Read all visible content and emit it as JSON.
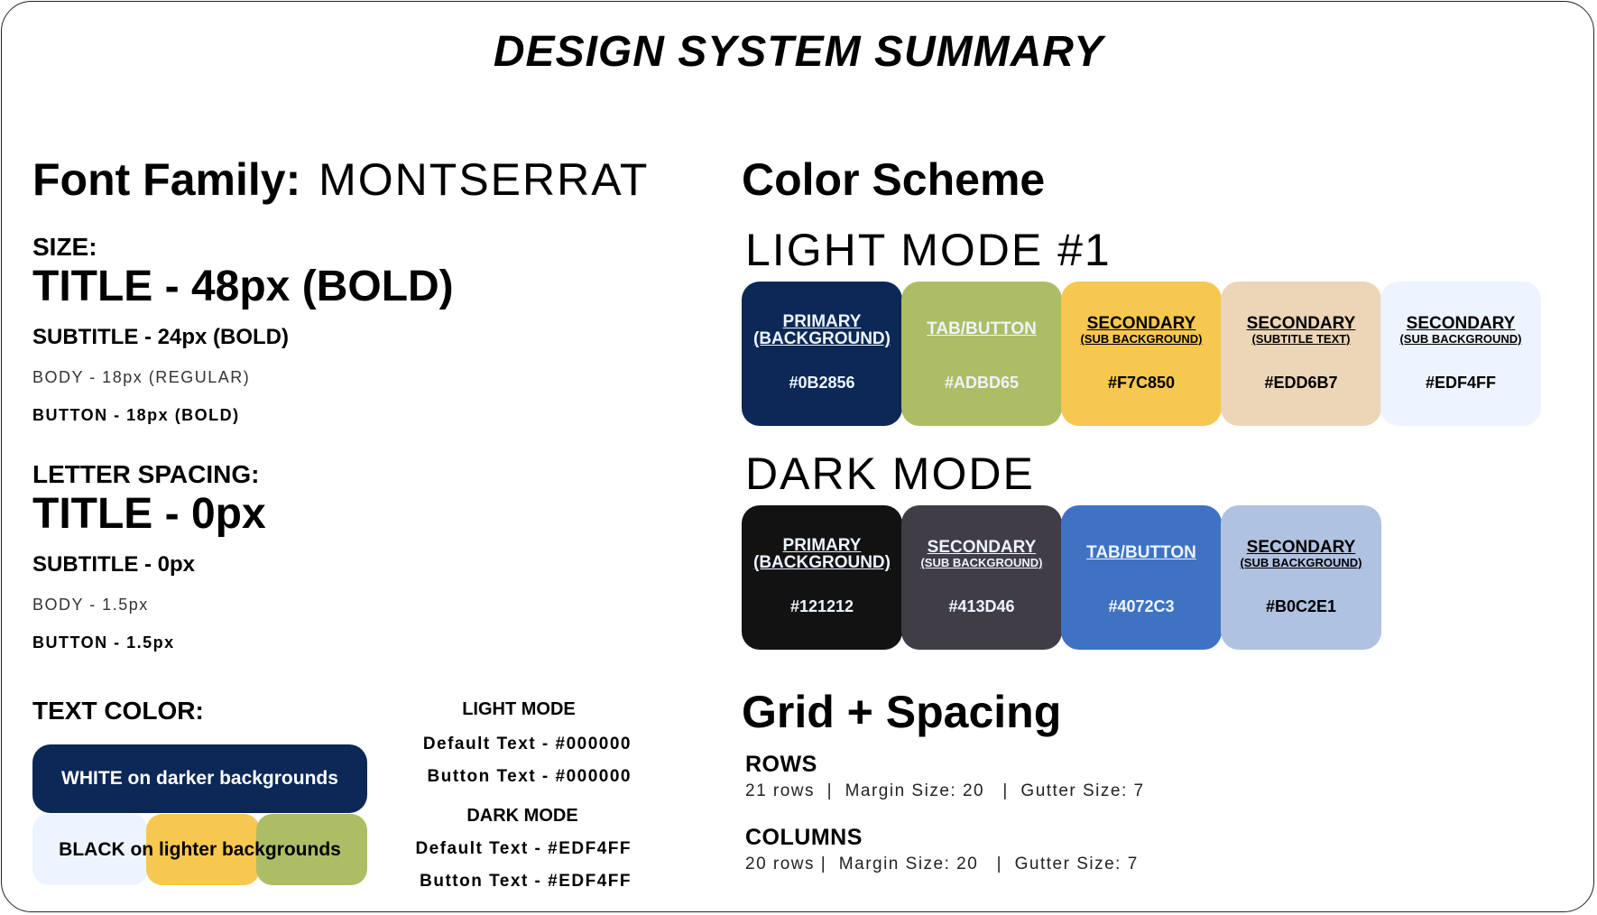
{
  "title": "DESIGN SYSTEM SUMMARY",
  "font": {
    "label": "Font Family:",
    "value": "MONTSERRAT"
  },
  "size": {
    "label": "SIZE:",
    "title": "TITLE - 48px (BOLD)",
    "subtitle": "SUBTITLE - 24px (BOLD)",
    "body": "BODY - 18px (REGULAR)",
    "button": "BUTTON - 18px (BOLD)"
  },
  "letter_spacing": {
    "label": "LETTER SPACING:",
    "title": "TITLE - 0px",
    "subtitle": "SUBTITLE - 0px",
    "body": "BODY - 1.5px",
    "button": "BUTTON - 1.5px"
  },
  "text_color": {
    "label": "TEXT COLOR:",
    "white_note": "WHITE on darker backgrounds",
    "black_note": "BLACK on lighter backgrounds",
    "light_heading": "LIGHT MODE",
    "light_default": "Default Text - #000000",
    "light_button": "Button Text - #000000",
    "dark_heading": "DARK MODE",
    "dark_default": "Default Text - #EDF4FF",
    "dark_button": "Button Text - #EDF4FF"
  },
  "color_scheme": {
    "title": "Color Scheme",
    "light": {
      "title": "LIGHT MODE #1",
      "swatches": [
        {
          "name": "PRIMARY",
          "sub": "(BACKGROUND)",
          "hex": "#0B2856",
          "bg": "#0B2856",
          "fg": "#EDF4FF"
        },
        {
          "name": "TAB/BUTTON",
          "sub": "",
          "hex": "#ADBD65",
          "bg": "#ADBD65",
          "fg": "#EDF4FF"
        },
        {
          "name": "SECONDARY",
          "sub": "(SUB BACKGROUND)",
          "hex": "#F7C850",
          "bg": "#F7C850",
          "fg": "#000000"
        },
        {
          "name": "SECONDARY",
          "sub": "(SUBTITLE TEXT)",
          "hex": "#EDD6B7",
          "bg": "#EDD6B7",
          "fg": "#000000"
        },
        {
          "name": "SECONDARY",
          "sub": "(SUB BACKGROUND)",
          "hex": "#EDF4FF",
          "bg": "#EDF4FF",
          "fg": "#000000"
        }
      ]
    },
    "dark": {
      "title": "DARK MODE",
      "swatches": [
        {
          "name": "PRIMARY",
          "sub": "(BACKGROUND)",
          "hex": "#121212",
          "bg": "#121212",
          "fg": "#EDF4FF"
        },
        {
          "name": "SECONDARY",
          "sub": "(SUB BACKGROUND)",
          "hex": "#413D46",
          "bg": "#413D46",
          "fg": "#EDF4FF"
        },
        {
          "name": "TAB/BUTTON",
          "sub": "",
          "hex": "#4072C3",
          "bg": "#4072C3",
          "fg": "#EDF4FF"
        },
        {
          "name": "SECONDARY",
          "sub": "(SUB BACKGROUND)",
          "hex": "#B0C2E1",
          "bg": "#B0C2E1",
          "fg": "#000000"
        }
      ]
    }
  },
  "grid": {
    "title": "Grid + Spacing",
    "rows_label": "ROWS",
    "rows_value": "21 rows  |  Margin Size: 20   |  Gutter Size: 7",
    "cols_label": "COLUMNS",
    "cols_value": "20 rows |  Margin Size: 20   |  Gutter Size: 7"
  }
}
